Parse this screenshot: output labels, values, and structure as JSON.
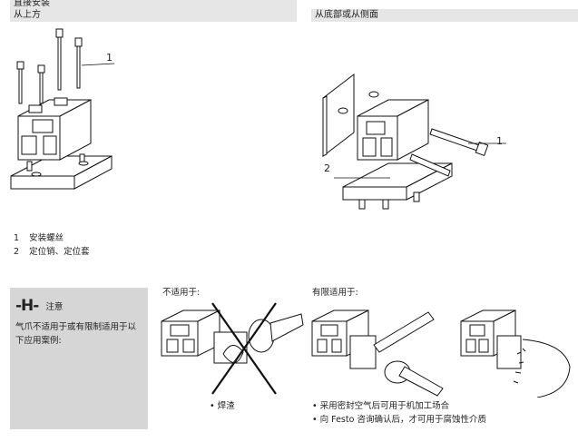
{
  "sections": {
    "direct_mount": "直接安装",
    "from_top": "从上方",
    "from_bottom_side": "从底部或从侧面"
  },
  "callouts": {
    "one": "1",
    "two": "2"
  },
  "legend": [
    {
      "num": "1",
      "text": "安装螺丝"
    },
    {
      "num": "2",
      "text": "定位销、定位套"
    }
  ],
  "note": {
    "symbol": "-H-",
    "title": "注意",
    "body": "气爪不适用于或有限制适用于以下应用案例:"
  },
  "not_suitable": {
    "label": "不适用于:",
    "bullet": "焊渣"
  },
  "limited": {
    "label": "有限适用于:",
    "bullets": [
      "采用密封空气后可用于机加工场合",
      "向 Festo 咨询确认后，才可用于腐蚀性介质"
    ]
  }
}
